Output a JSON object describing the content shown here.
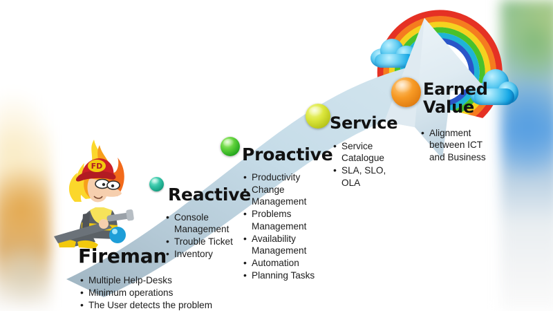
{
  "slide": {
    "title_semantic": "it-service-maturity-journey",
    "background_color": "#ffffff"
  },
  "stages": [
    {
      "id": "fireman",
      "label": "Fireman",
      "marker_color": "#2fb4a0",
      "bullets": [
        "Multiple Help-Desks",
        "Minimum operations",
        "The User detects the problem"
      ]
    },
    {
      "id": "reactive",
      "label": "Reactive",
      "marker_color": "#1fb04a",
      "bullets": [
        "Console Management",
        "Trouble Ticket",
        "Inventory"
      ]
    },
    {
      "id": "proactive",
      "label": "Proactive",
      "marker_color": "#5cc11a",
      "bullets": [
        "Productivity",
        "Change Management",
        "Problems Management",
        "Availability Management",
        "Automation",
        "Planning Tasks"
      ]
    },
    {
      "id": "service",
      "label": "Service",
      "marker_color": "#d7e03a",
      "bullets": [
        "Service Catalogue",
        "SLA, SLO, OLA"
      ]
    },
    {
      "id": "earned-value",
      "label_line1": "Earned",
      "label_line2": "Value",
      "marker_color": "#f59521",
      "bullets": [
        "Alignment between ICT and Business"
      ]
    }
  ],
  "graphics": {
    "arrow_icon": "upward-curved-arrow",
    "arrow_fill_light": "#cfe2ec",
    "arrow_fill_mid": "#b9cfdc",
    "arrow_fill_dark": "#9aaebb",
    "rainbow_icon": "rainbow-arc",
    "rainbow_colors": [
      "#e53124",
      "#f57c1f",
      "#f5d21f",
      "#49c12a",
      "#1fb4d6",
      "#2a55c8"
    ],
    "cloud_icon": "cloud",
    "cloud_color": "#19a9e6",
    "fireman_icon": "cartoon-fireman-on-fire",
    "flame_icon": "flame",
    "helmet_text": "FD",
    "helmet_color": "#cc2027",
    "flame_color": "#f7a70f",
    "hose_nozzle_color": "#1e9ed8"
  }
}
